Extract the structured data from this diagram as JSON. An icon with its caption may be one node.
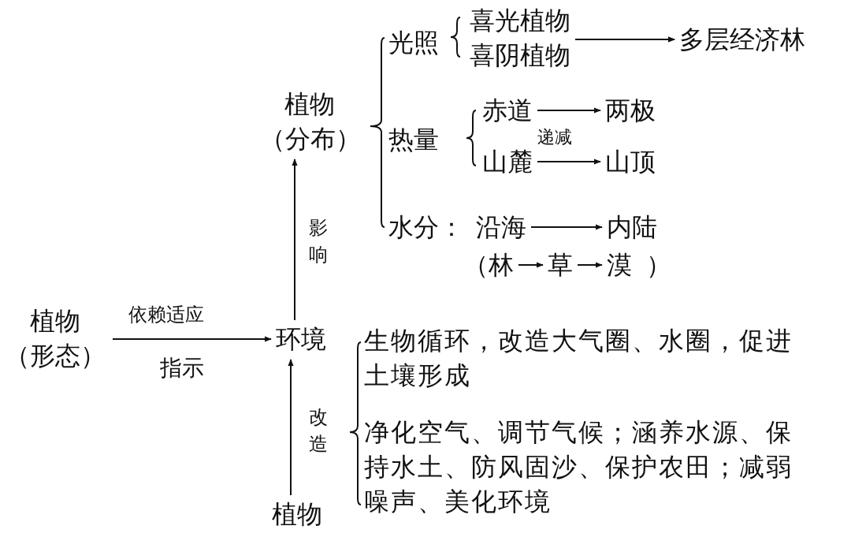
{
  "diagram": {
    "nodes": [
      {
        "text": [
          "植物（形态）"
        ]
      },
      {
        "text": [
          "环境"
        ]
      },
      {
        "text": [
          "植物（分布）"
        ]
      },
      {
        "text": [
          "植物"
        ]
      },
      {
        "text": [
          "光照"
        ]
      },
      {
        "text": [
          "喜光植物"
        ]
      },
      {
        "text": [
          "喜阴植物"
        ]
      },
      {
        "text": [
          "多层经济林"
        ]
      },
      {
        "text": [
          "热量"
        ]
      },
      {
        "text": [
          "赤道"
        ]
      },
      {
        "text": [
          "两极"
        ]
      },
      {
        "text": [
          "山麓"
        ]
      },
      {
        "text": [
          "山顶"
        ]
      },
      {
        "text": [
          "水分："
        ]
      },
      {
        "text": [
          "沿海"
        ]
      },
      {
        "text": [
          "内陆"
        ]
      },
      {
        "text": [
          "林"
        ]
      },
      {
        "text": [
          "草"
        ]
      },
      {
        "text": [
          "漠"
        ]
      }
    ],
    "edges": [
      {
        "from": 0,
        "to": 1,
        "arrow": "to",
        "label": "依赖适应"
      },
      {
        "from": 1,
        "to": 2,
        "arrow": "to",
        "label": "影响"
      },
      {
        "from": 3,
        "to": 1,
        "arrow": "to",
        "label": "改造"
      },
      {
        "from": 5,
        "to": 7,
        "arrow": "to"
      },
      {
        "from": 6,
        "to": 7,
        "arrow": "to"
      },
      {
        "from": 9,
        "to": 10,
        "arrow": "to"
      },
      {
        "from": 11,
        "to": 12,
        "arrow": "to"
      },
      {
        "from": 14,
        "to": 15,
        "arrow": "to"
      },
      {
        "from": 16,
        "to": 17,
        "arrow": "to"
      },
      {
        "from": 17,
        "to": 18,
        "arrow": "to"
      }
    ],
    "labels": [
      "递减",
      "（",
      "）",
      "指示",
      "生物循环，改造大气圈、水圈，促进土壤形成",
      "净化空气、调节气候；涵养水源、保持水土、防风固沙、保护农田；减弱噪声、美化环境"
    ]
  }
}
